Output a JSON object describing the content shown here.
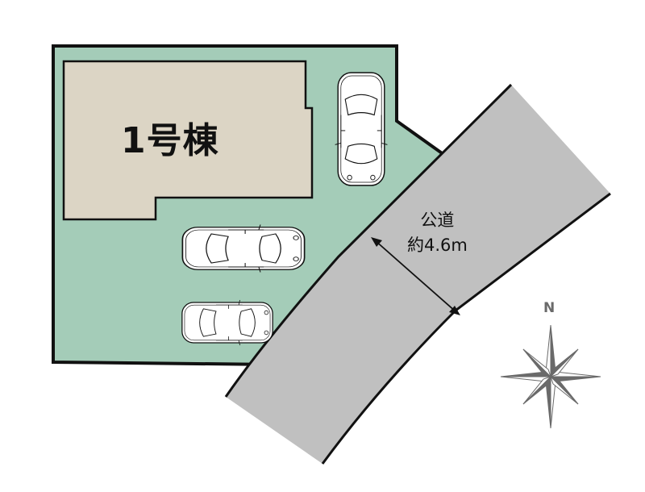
{
  "building": {
    "label": "1号棟"
  },
  "road": {
    "name": "公道",
    "width": "約4.6m"
  },
  "compass": {
    "north_label": "N"
  },
  "colors": {
    "lot": "#a4ccb8",
    "building": "#dcd5c5",
    "road": "#c0c0c0",
    "outline": "#111111",
    "compass": "#6a6a6a"
  },
  "parking": {
    "cars": 3
  }
}
